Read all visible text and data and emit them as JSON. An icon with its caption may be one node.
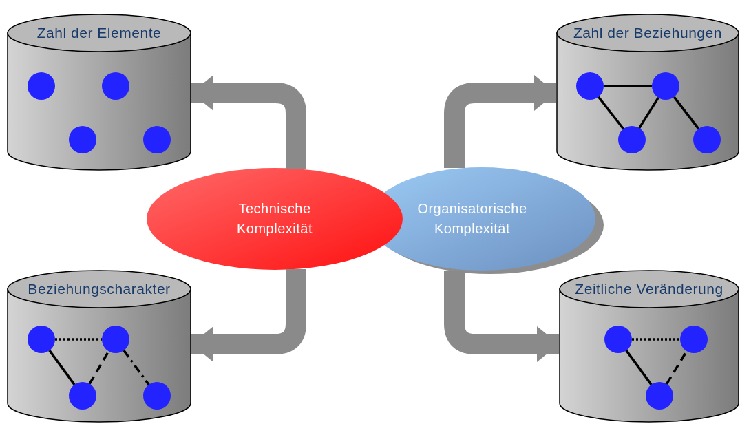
{
  "diagram": {
    "nodes": [
      {
        "text": [
          "Zahl der Elemente"
        ]
      },
      {
        "text": [],
        "shape": "circle",
        "in": 0
      },
      {
        "text": [],
        "shape": "circle",
        "in": 0
      },
      {
        "text": [],
        "shape": "circle",
        "in": 0
      },
      {
        "text": [],
        "shape": "circle",
        "in": 0
      },
      {
        "text": [
          "Zahl der Beziehungen"
        ]
      },
      {
        "text": [],
        "shape": "circle",
        "in": 5
      },
      {
        "text": [],
        "shape": "circle",
        "in": 5
      },
      {
        "text": [],
        "shape": "circle",
        "in": 5
      },
      {
        "text": [],
        "shape": "circle",
        "in": 5
      },
      {
        "text": [
          "Technische Komplexität"
        ]
      },
      {
        "text": [
          "Organisatorische Komplexität"
        ]
      },
      {
        "text": [
          "Beziehungscharakter"
        ]
      },
      {
        "text": [],
        "shape": "circle",
        "in": 12
      },
      {
        "text": [],
        "shape": "circle",
        "in": 12
      },
      {
        "text": [],
        "shape": "circle",
        "in": 12
      },
      {
        "text": [],
        "shape": "circle",
        "in": 12
      },
      {
        "text": [
          "Zeitliche Veränderung"
        ]
      },
      {
        "text": [],
        "shape": "circle",
        "in": 17
      },
      {
        "text": [],
        "shape": "circle",
        "in": 17
      },
      {
        "text": [],
        "shape": "circle",
        "in": 17
      }
    ],
    "edges": [
      {
        "from": 10,
        "to": 0,
        "arrow": "to",
        "style": "thick",
        "color": "#8a8a8a"
      },
      {
        "from": 11,
        "to": 5,
        "arrow": "to",
        "style": "thick",
        "color": "#8a8a8a"
      },
      {
        "from": 10,
        "to": 12,
        "arrow": "to",
        "style": "thick",
        "color": "#8a8a8a"
      },
      {
        "from": 11,
        "to": 17,
        "arrow": "to",
        "style": "thick",
        "color": "#8a8a8a"
      },
      {
        "from": 6,
        "to": 7,
        "arrow": "none"
      },
      {
        "from": 6,
        "to": 8,
        "arrow": "none"
      },
      {
        "from": 8,
        "to": 7,
        "arrow": "none"
      },
      {
        "from": 7,
        "to": 9,
        "arrow": "none"
      },
      {
        "from": 13,
        "to": 14,
        "arrow": "none",
        "style": "dashed"
      },
      {
        "from": 13,
        "to": 15,
        "arrow": "none"
      },
      {
        "from": 15,
        "to": 14,
        "arrow": "none",
        "style": "dashed"
      },
      {
        "from": 14,
        "to": 16,
        "arrow": "none",
        "style": "dashed"
      },
      {
        "from": 18,
        "to": 19,
        "arrow": "none",
        "style": "dashed"
      },
      {
        "from": 18,
        "to": 20,
        "arrow": "none"
      },
      {
        "from": 20,
        "to": 19,
        "arrow": "none",
        "style": "dashed"
      }
    ]
  }
}
